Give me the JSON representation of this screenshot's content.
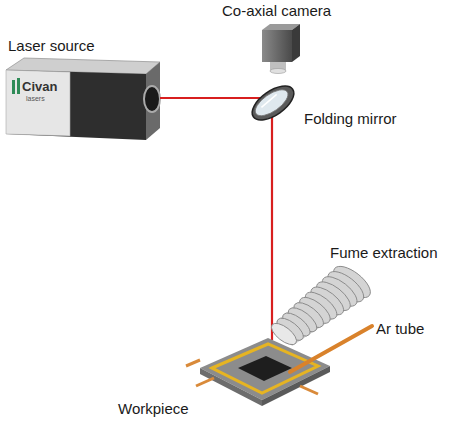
{
  "diagram": {
    "labels": [
      "Co-axial camera",
      "Laser source",
      "Folding mirror",
      "Fume extraction",
      "Ar tube",
      "Workpiece",
      "Civan",
      "lasers"
    ]
  }
}
